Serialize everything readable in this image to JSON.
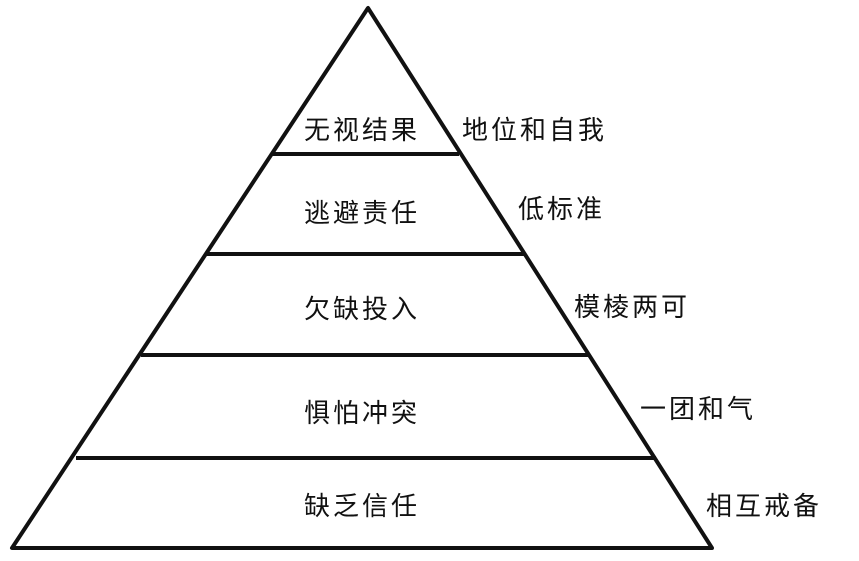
{
  "levels": [
    {
      "label": "无视结果",
      "side_label": "地位和自我"
    },
    {
      "label": "逃避责任",
      "side_label": "低标准"
    },
    {
      "label": "欠缺投入",
      "side_label": "模棱两可"
    },
    {
      "label": "惧怕冲突",
      "side_label": "一团和气"
    },
    {
      "label": "缺乏信任",
      "side_label": "相互戒备"
    }
  ],
  "colors": {
    "ink": "#111111",
    "background": "#ffffff"
  }
}
